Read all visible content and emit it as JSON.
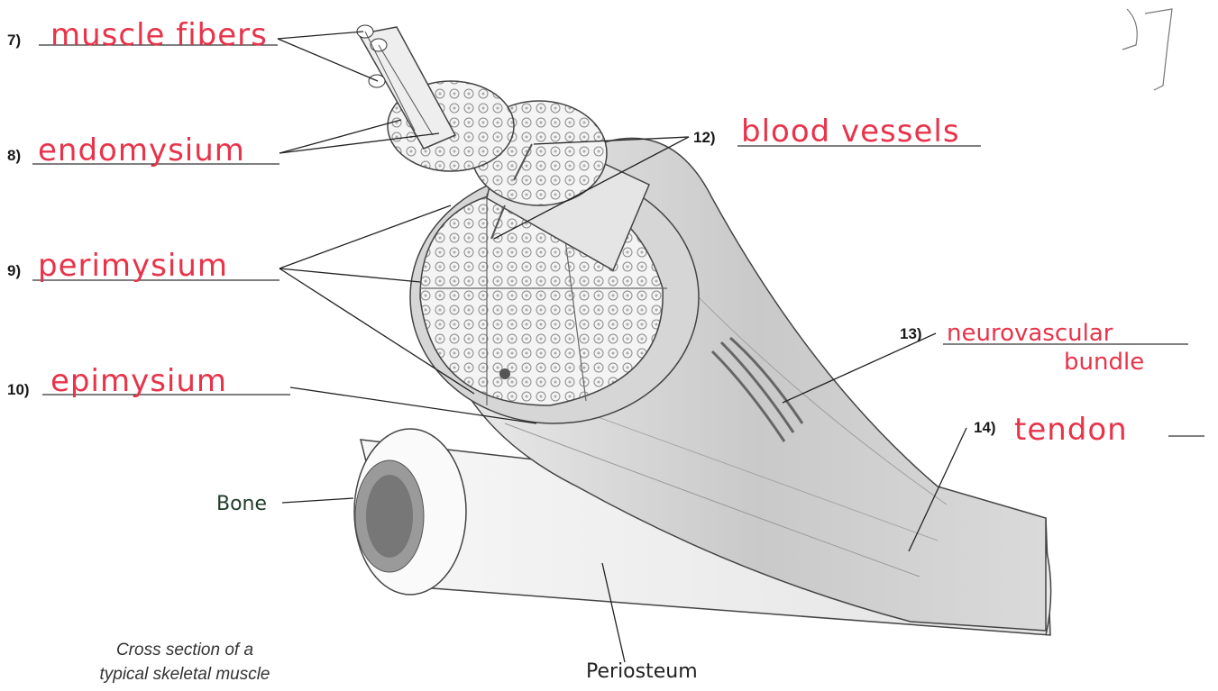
{
  "labels": [
    {
      "id": "7",
      "number": "7)",
      "answer": "muscle fibers"
    },
    {
      "id": "8",
      "number": "8)",
      "answer": "endomysium"
    },
    {
      "id": "9",
      "number": "9)",
      "answer": "perimysium"
    },
    {
      "id": "10",
      "number": "10)",
      "answer": "epimysium"
    },
    {
      "id": "12",
      "number": "12)",
      "answer": "blood vessels"
    },
    {
      "id": "13",
      "number": "13)",
      "answer_line1": "neurovascular",
      "answer_line2": "bundle"
    },
    {
      "id": "14",
      "number": "14)",
      "answer": "tendon"
    }
  ],
  "extra_labels": {
    "bone": "Bone",
    "periosteum": "Periosteum"
  },
  "caption": {
    "line1": "Cross section of a",
    "line2": "typical skeletal muscle"
  },
  "colors": {
    "answer_ink": "#e8334a",
    "bone_ink": "#1f3d2b"
  }
}
